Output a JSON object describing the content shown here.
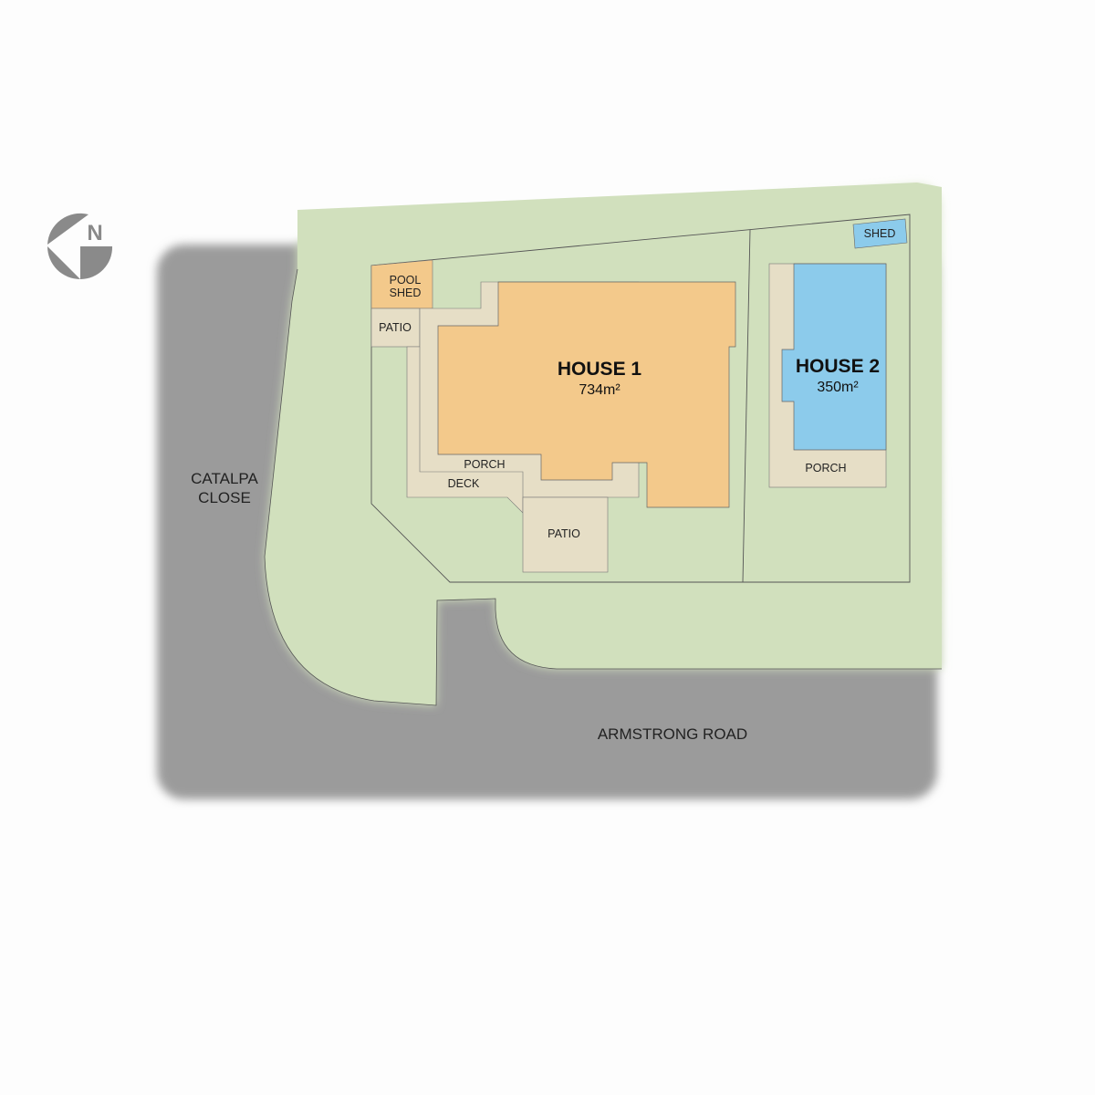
{
  "compass": {
    "label": "N"
  },
  "roads": {
    "left": [
      "CATALPA",
      "CLOSE"
    ],
    "bottom": "ARMSTRONG ROAD"
  },
  "house1": {
    "name": "HOUSE 1",
    "area": "734m²"
  },
  "house2": {
    "name": "HOUSE 2",
    "area": "350m²"
  },
  "labels": {
    "pool_shed": [
      "POOL",
      "SHED"
    ],
    "patio_left": "PATIO",
    "porch1": "PORCH",
    "deck": "DECK",
    "patio_bottom": "PATIO",
    "porch2": "PORCH",
    "shed": "SHED"
  },
  "colors": {
    "road": "#9b9b9b",
    "lawn": "#d1e0bd",
    "house1": "#f3c98b",
    "house2": "#8ccbeb",
    "paving": "#e6dec6",
    "compass": "#8a8a8a"
  }
}
